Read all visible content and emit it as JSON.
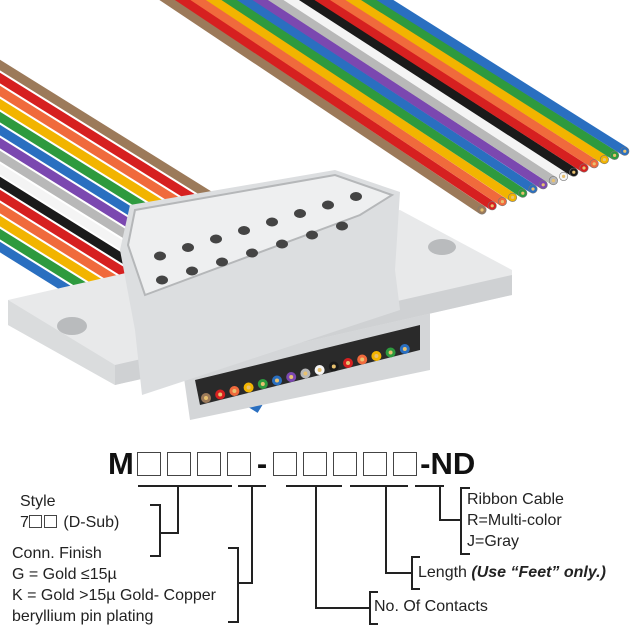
{
  "part_number": {
    "prefix": "M",
    "separator": "-",
    "suffix": "-ND",
    "group1_boxes": 4,
    "group2_boxes": 5
  },
  "legend": {
    "style": {
      "title": "Style",
      "value_prefix": "7",
      "value_suffix": "(D-Sub)"
    },
    "finish": {
      "title": "Conn. Finish",
      "line1": "G = Gold ≤15µ",
      "line2": "K = Gold >15µ Gold- Copper",
      "line3": "beryllium pin plating"
    },
    "contacts": {
      "title": "No. Of Contacts"
    },
    "length": {
      "title": "Length",
      "note": "(Use “Feet” only.)"
    },
    "cable": {
      "title": "Ribbon Cable",
      "line1": "R=Multi-color",
      "line2": "J=Gray"
    }
  },
  "cable_colors": [
    "#9c7a5a",
    "#d62020",
    "#f06a3c",
    "#f2b400",
    "#2e9a3e",
    "#2a6fc0",
    "#7b48b0",
    "#b8b8b8",
    "#f4f4f4",
    "#1a1a1a",
    "#d62020",
    "#f06a3c",
    "#f2b400",
    "#2e9a3e",
    "#2a6fc0"
  ]
}
